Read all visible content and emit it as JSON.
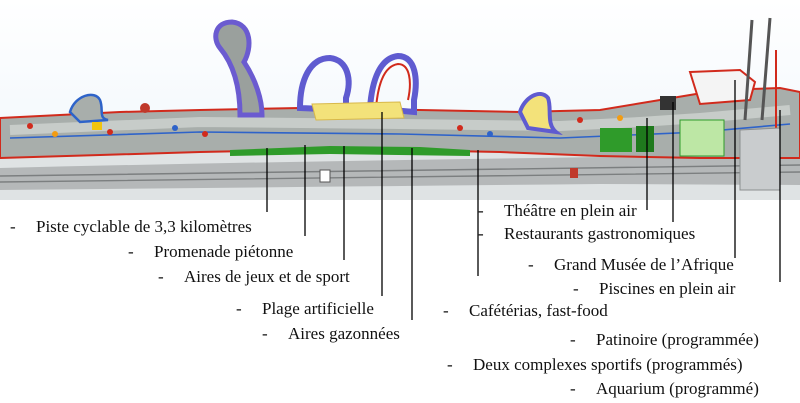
{
  "labels": {
    "left": [
      "Piste cyclable de 3,3 kilomètres",
      "Promenade piétonne",
      "Aires de jeux et de sport",
      "Plage artificielle",
      "Aires gazonnées"
    ],
    "right": [
      "Théâtre en plein air",
      "Restaurants gastronomiques",
      "Grand Musée de l’Afrique",
      "Piscines en plein air",
      "Cafétérias, fast-food",
      "Patinoire (programmée)",
      "Deux complexes sportifs (programmés)",
      "Aquarium (programmé)"
    ],
    "bullet": "-"
  },
  "colors": {
    "sky": "#fbfcfe",
    "sea_blue": "#8fc0e6",
    "promenade": "#9ca3a0",
    "beach": "#f3e27a",
    "lawn": "#2f9b2a",
    "road": "#6d6f70",
    "outline_red": "#d12a1c",
    "leader": "#000000"
  }
}
